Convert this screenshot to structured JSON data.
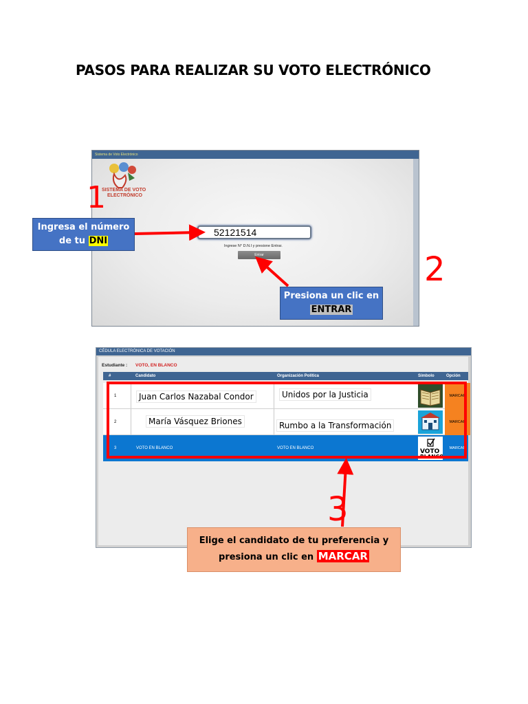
{
  "document": {
    "title": "PASOS PARA REALIZAR SU VOTO ELECTRÓNICO"
  },
  "steps": {
    "one": "1",
    "two": "2",
    "three": "3"
  },
  "login_screen": {
    "window_title": "Sistema de Voto Electrónico",
    "logo_text_line1": "SISTEMA DE VOTO",
    "logo_text_line2": "ELECTRÓNICO",
    "dni_value": "52121514",
    "hint": "Ingrese N° D.N.I y presione Entrar.",
    "enter_button": "Entrar"
  },
  "callouts": {
    "dni_line1": "Ingresa el número",
    "dni_line2_prefix": "de tu ",
    "dni_highlight": "DNI",
    "enter_line1": "Presiona un clic en",
    "enter_highlight": "ENTRAR",
    "choose_line1": "Elige el candidato de tu preferencia y",
    "choose_line2_prefix": "presiona un clic en ",
    "choose_highlight": "MARCAR"
  },
  "ballot": {
    "window_title": "CÉDULA ELECTRÓNICA DE VOTACIÓN",
    "student_label": "Estudiante :",
    "student_value": "VOTO, EN BLANCO",
    "headers": {
      "num": "#",
      "candidate": "Candidato",
      "party": "Organización Política",
      "symbol": "Símbolo",
      "option": "Opción"
    },
    "rows": [
      {
        "num": "1",
        "candidate": "Juan Carlos Nazabal Condor",
        "party": "Unidos por la Justicia",
        "option": "MARCAR",
        "symbol_icon": "book-icon"
      },
      {
        "num": "2",
        "candidate": "María Vásquez Briones",
        "party": "Rumbo a la Transformación",
        "option": "MARCAR",
        "symbol_icon": "school-icon"
      },
      {
        "num": "3",
        "candidate": "VOTO EN BLANCO",
        "party": "VOTO EN BLANCO",
        "option": "MARCAR",
        "symbol_icon": "blank-vote-icon",
        "symbol_text_1": "VOTO",
        "symbol_text_2": "BLANCO"
      }
    ]
  },
  "colors": {
    "accent_red": "#ff0000",
    "callout_blue": "#4573c4",
    "callout_orange": "#f7b08a",
    "marcar_orange": "#f58220",
    "selected_row": "#0c77d1"
  }
}
